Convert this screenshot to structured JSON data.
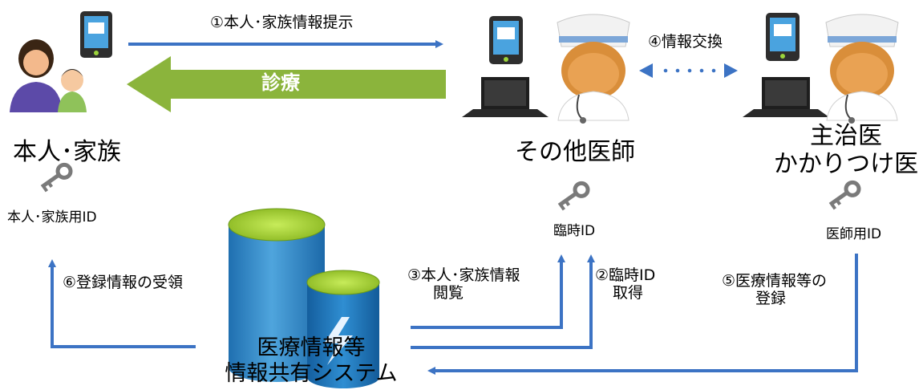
{
  "actors": {
    "patient": {
      "name": "本人･家族",
      "id_label": "本人･家族用ID"
    },
    "other_doctor": {
      "name": "その他医師",
      "id_label": "臨時ID"
    },
    "main_doctor": {
      "name_line1": "主治医",
      "name_line2": "かかりつけ医",
      "id_label": "医師用ID"
    }
  },
  "database": {
    "line1": "医療情報等",
    "line2": "情報共有システム"
  },
  "flows": {
    "step1": "①本人･家族情報提示",
    "shinryo": "診療",
    "step4": "④情報交換",
    "step3_line1": "③本人･家族情報",
    "step3_line2": "閲覧",
    "step2_line1": "②臨時ID",
    "step2_line2": "取得",
    "step5_line1": "⑤医療情報等の",
    "step5_line2": "登録",
    "step6": "⑥登録情報の受領"
  },
  "colors": {
    "arrow_blue": "#3c73c4",
    "shinryo_green": "#8bb43c",
    "db_blue": "#2b86c6",
    "db_top": "#a6d331"
  }
}
